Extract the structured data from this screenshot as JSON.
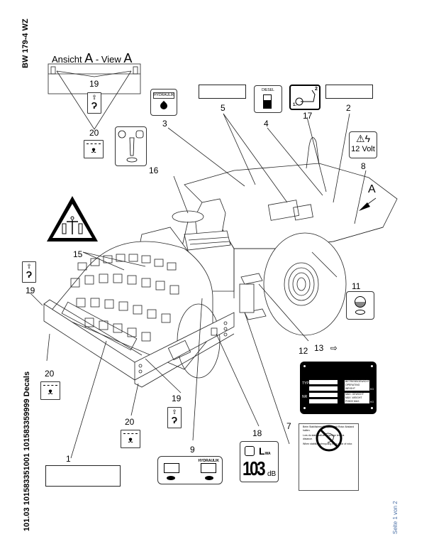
{
  "header": {
    "model": "BW 179-4 WZ",
    "doc_ref": "101.03 101583351001 101583359999 Decals",
    "page": "Seite 1 von 2"
  },
  "view_title": {
    "prefix": "Ansicht ",
    "letter1": "A",
    "middle": " - View ",
    "letter2": "A"
  },
  "view_arrow_label": "A",
  "callouts": {
    "c1": "1",
    "c2": "2",
    "c3": "3",
    "c4": "4",
    "c5": "5",
    "c7": "7",
    "c8": "8",
    "c9": "9",
    "c11": "11",
    "c12": "12",
    "c13": "13",
    "c15": "15",
    "c16": "16",
    "c17": "17",
    "c18": "18",
    "c19a": "19",
    "c19b": "19",
    "c19c": "19",
    "c20a": "20",
    "c20b": "20",
    "c20c": "20"
  },
  "decals": {
    "hydraulik_label": "HYDRAULIK",
    "diesel_label": "DIESEL",
    "volt_label": "12 Volt",
    "sound_power": {
      "symbol": "L",
      "subscript": "WA",
      "value": "103",
      "unit": "dB"
    },
    "hydraulik9_label": "HYDRAULIK",
    "step17": {
      "n1": "1.",
      "n2": "2"
    },
    "type_plate": {
      "type_label": "TYPE",
      "nr_label": "NR",
      "operating_weight": [
        "BETRIEBSGEWICHT",
        "OPERATING WEIGHT",
        "POIDS EN SERVICE"
      ],
      "max_weight": [
        "MAX. GEWICHT",
        "MAX. WEIGHT",
        "POIDS MAX."
      ],
      "kg1": "KG",
      "kg2": "KG"
    },
    "warning_text": [
      "Beim Stabilisieren/Recyclen mit Rotor Abstand halten.",
      "Lors du stabilisation/recyclage tenir la distance.",
      "When stabilizing/recycling keep clear of rotor."
    ]
  },
  "colors": {
    "line": "#222222",
    "header_text": "#000000",
    "page_text": "#4a6fa5"
  }
}
